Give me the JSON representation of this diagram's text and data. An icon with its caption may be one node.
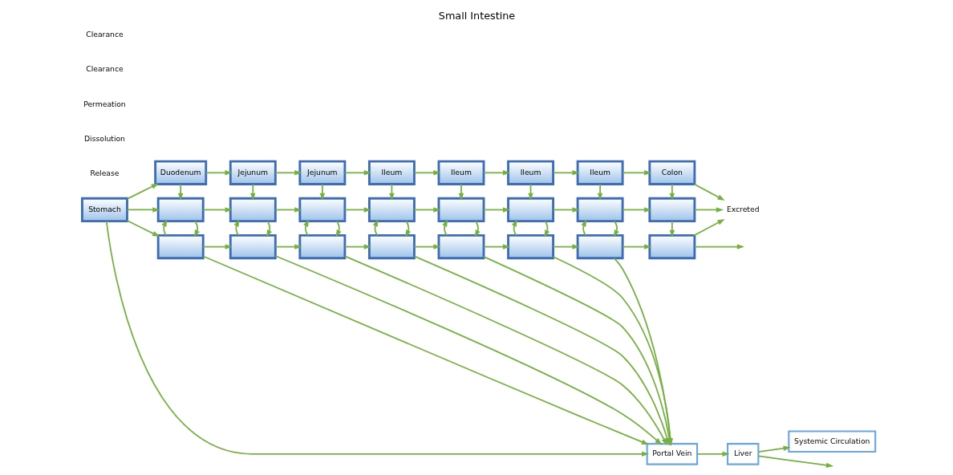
{
  "diagram": {
    "title": "Small Intestine",
    "nodes": [
      {
        "text": [
          "Stomach"
        ]
      },
      {
        "text": [
          "Duodenum"
        ]
      },
      {
        "text": [
          "Jejunum"
        ]
      },
      {
        "text": [
          "Jejunum"
        ]
      },
      {
        "text": [
          "Ileum"
        ]
      },
      {
        "text": [
          "Ileum"
        ]
      },
      {
        "text": [
          "Ileum"
        ]
      },
      {
        "text": [
          "Ileum"
        ]
      },
      {
        "text": [
          "Colon"
        ]
      },
      {
        "text": [],
        "shape": "box"
      },
      {
        "text": [],
        "shape": "box"
      },
      {
        "text": [],
        "shape": "box"
      },
      {
        "text": [],
        "shape": "box"
      },
      {
        "text": [],
        "shape": "box"
      },
      {
        "text": [],
        "shape": "box"
      },
      {
        "text": [],
        "shape": "box"
      },
      {
        "text": [],
        "shape": "box"
      },
      {
        "text": [],
        "shape": "box"
      },
      {
        "text": [],
        "shape": "box"
      },
      {
        "text": [],
        "shape": "box"
      },
      {
        "text": [],
        "shape": "box"
      },
      {
        "text": [],
        "shape": "box"
      },
      {
        "text": [],
        "shape": "box"
      },
      {
        "text": [],
        "shape": "box"
      },
      {
        "text": [],
        "shape": "box"
      },
      {
        "text": [
          "Excreted"
        ]
      },
      {
        "text": [
          "Portal Vein"
        ]
      },
      {
        "text": [
          "Liver"
        ]
      },
      {
        "text": [
          "Systemic Circulation"
        ]
      }
    ],
    "edges": [
      {
        "from": 0,
        "to": 1,
        "arrow": "to"
      },
      {
        "from": 0,
        "to": 9,
        "arrow": "to"
      },
      {
        "from": 0,
        "to": 17,
        "arrow": "to"
      },
      {
        "from": 1,
        "to": 2,
        "arrow": "to"
      },
      {
        "from": 2,
        "to": 3,
        "arrow": "to"
      },
      {
        "from": 3,
        "to": 4,
        "arrow": "to"
      },
      {
        "from": 4,
        "to": 5,
        "arrow": "to"
      },
      {
        "from": 5,
        "to": 6,
        "arrow": "to"
      },
      {
        "from": 6,
        "to": 7,
        "arrow": "to"
      },
      {
        "from": 7,
        "to": 8,
        "arrow": "to"
      },
      {
        "from": 9,
        "to": 10,
        "arrow": "to"
      },
      {
        "from": 10,
        "to": 11,
        "arrow": "to"
      },
      {
        "from": 11,
        "to": 12,
        "arrow": "to"
      },
      {
        "from": 12,
        "to": 13,
        "arrow": "to"
      },
      {
        "from": 13,
        "to": 14,
        "arrow": "to"
      },
      {
        "from": 14,
        "to": 15,
        "arrow": "to"
      },
      {
        "from": 15,
        "to": 16,
        "arrow": "to"
      },
      {
        "from": 17,
        "to": 18,
        "arrow": "to"
      },
      {
        "from": 18,
        "to": 19,
        "arrow": "to"
      },
      {
        "from": 19,
        "to": 20,
        "arrow": "to"
      },
      {
        "from": 20,
        "to": 21,
        "arrow": "to"
      },
      {
        "from": 21,
        "to": 22,
        "arrow": "to"
      },
      {
        "from": 22,
        "to": 23,
        "arrow": "to"
      },
      {
        "from": 23,
        "to": 24,
        "arrow": "to"
      },
      {
        "from": 1,
        "to": 9,
        "arrow": "to"
      },
      {
        "from": 2,
        "to": 10,
        "arrow": "to"
      },
      {
        "from": 3,
        "to": 11,
        "arrow": "to"
      },
      {
        "from": 4,
        "to": 12,
        "arrow": "to"
      },
      {
        "from": 5,
        "to": 13,
        "arrow": "to"
      },
      {
        "from": 6,
        "to": 14,
        "arrow": "to"
      },
      {
        "from": 7,
        "to": 15,
        "arrow": "to"
      },
      {
        "from": 8,
        "to": 16,
        "arrow": "to"
      },
      {
        "from": 9,
        "to": 17,
        "arrow": "to"
      },
      {
        "from": 10,
        "to": 18,
        "arrow": "to"
      },
      {
        "from": 11,
        "to": 19,
        "arrow": "to"
      },
      {
        "from": 12,
        "to": 20,
        "arrow": "to"
      },
      {
        "from": 13,
        "to": 21,
        "arrow": "to"
      },
      {
        "from": 14,
        "to": 22,
        "arrow": "to"
      },
      {
        "from": 15,
        "to": 23,
        "arrow": "to"
      },
      {
        "from": 16,
        "to": 24,
        "arrow": "to"
      },
      {
        "from": 17,
        "to": 9,
        "arrow": "to"
      },
      {
        "from": 18,
        "to": 10,
        "arrow": "to"
      },
      {
        "from": 19,
        "to": 11,
        "arrow": "to"
      },
      {
        "from": 20,
        "to": 12,
        "arrow": "to"
      },
      {
        "from": 21,
        "to": 13,
        "arrow": "to"
      },
      {
        "from": 22,
        "to": 14,
        "arrow": "to"
      },
      {
        "from": 23,
        "to": 15,
        "arrow": "to"
      },
      {
        "from": 8,
        "to": 25,
        "arrow": "to"
      },
      {
        "from": 16,
        "to": 25,
        "arrow": "to"
      },
      {
        "from": 24,
        "to": 25,
        "arrow": "to"
      },
      {
        "from": 0,
        "to": 26,
        "arrow": "to"
      },
      {
        "from": 17,
        "to": 26,
        "arrow": "to"
      },
      {
        "from": 18,
        "to": 26,
        "arrow": "to"
      },
      {
        "from": 19,
        "to": 26,
        "arrow": "to"
      },
      {
        "from": 20,
        "to": 26,
        "arrow": "to"
      },
      {
        "from": 21,
        "to": 26,
        "arrow": "to"
      },
      {
        "from": 22,
        "to": 26,
        "arrow": "to"
      },
      {
        "from": 23,
        "to": 26,
        "arrow": "to"
      },
      {
        "from": 24,
        "to": null,
        "arrow": "to"
      },
      {
        "from": 26,
        "to": 27,
        "arrow": "to"
      },
      {
        "from": 27,
        "to": 28,
        "arrow": "to"
      },
      {
        "from": 27,
        "to": null,
        "arrow": "to"
      }
    ],
    "labels": [
      "Release",
      "Dissolution",
      "Permeation",
      "Clearance",
      "Clearance"
    ]
  }
}
